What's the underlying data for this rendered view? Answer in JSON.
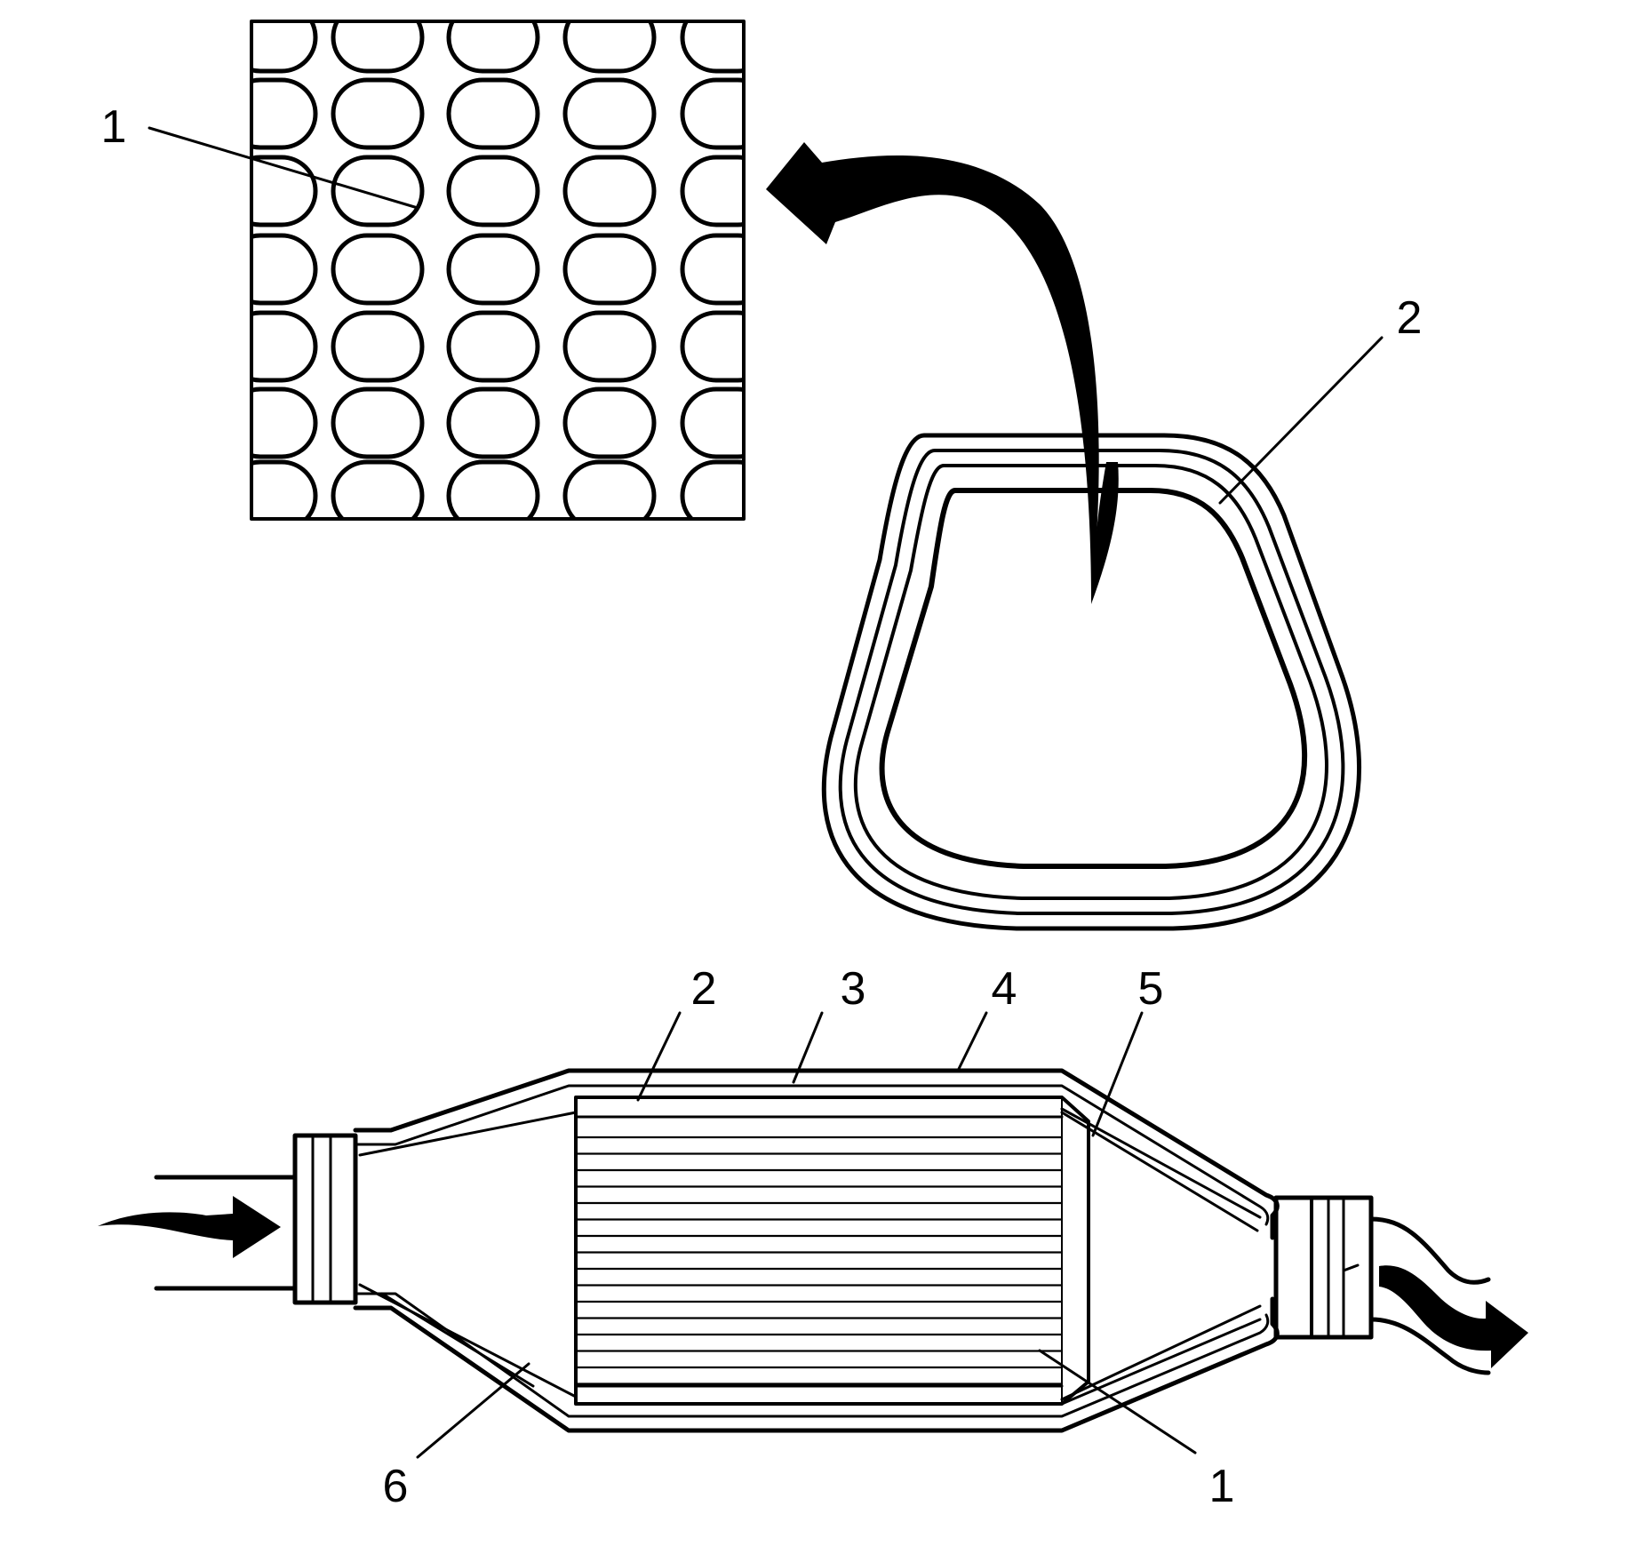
{
  "colors": {
    "line": "#000000",
    "background": "#ffffff"
  },
  "callouts": {
    "detail_1": "1",
    "section_2": "2",
    "body_2": "2",
    "body_3": "3",
    "body_4": "4",
    "body_5": "5",
    "body_6": "6",
    "body_1": "1"
  },
  "icons": {
    "inlet_flow": "arrow-right-icon",
    "outlet_flow": "arrow-right-icon",
    "magnify": "curved-arrow-icon"
  }
}
